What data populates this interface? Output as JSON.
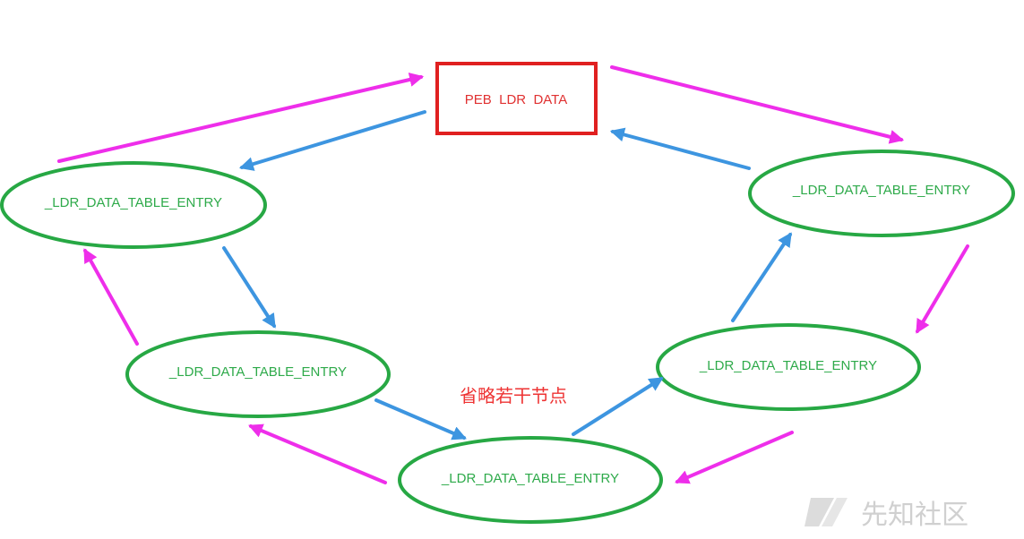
{
  "colors": {
    "node_border": "#27a844",
    "head_border": "#e02020",
    "flink_arrow": "#ee2eea",
    "blink_arrow": "#3d95e0",
    "note_text": "#ee3333"
  },
  "head": {
    "label": "PEB  LDR  DATA"
  },
  "entries": [
    {
      "label": "_LDR_DATA_TABLE_ENTRY"
    },
    {
      "label": "_LDR_DATA_TABLE_ENTRY"
    },
    {
      "label": "_LDR_DATA_TABLE_ENTRY"
    },
    {
      "label": "_LDR_DATA_TABLE_ENTRY"
    },
    {
      "label": "_LDR_DATA_TABLE_ENTRY"
    }
  ],
  "note": "省略若干节点",
  "watermark": {
    "text": "先知社区",
    "icon": "xianzhi-logo-icon"
  }
}
